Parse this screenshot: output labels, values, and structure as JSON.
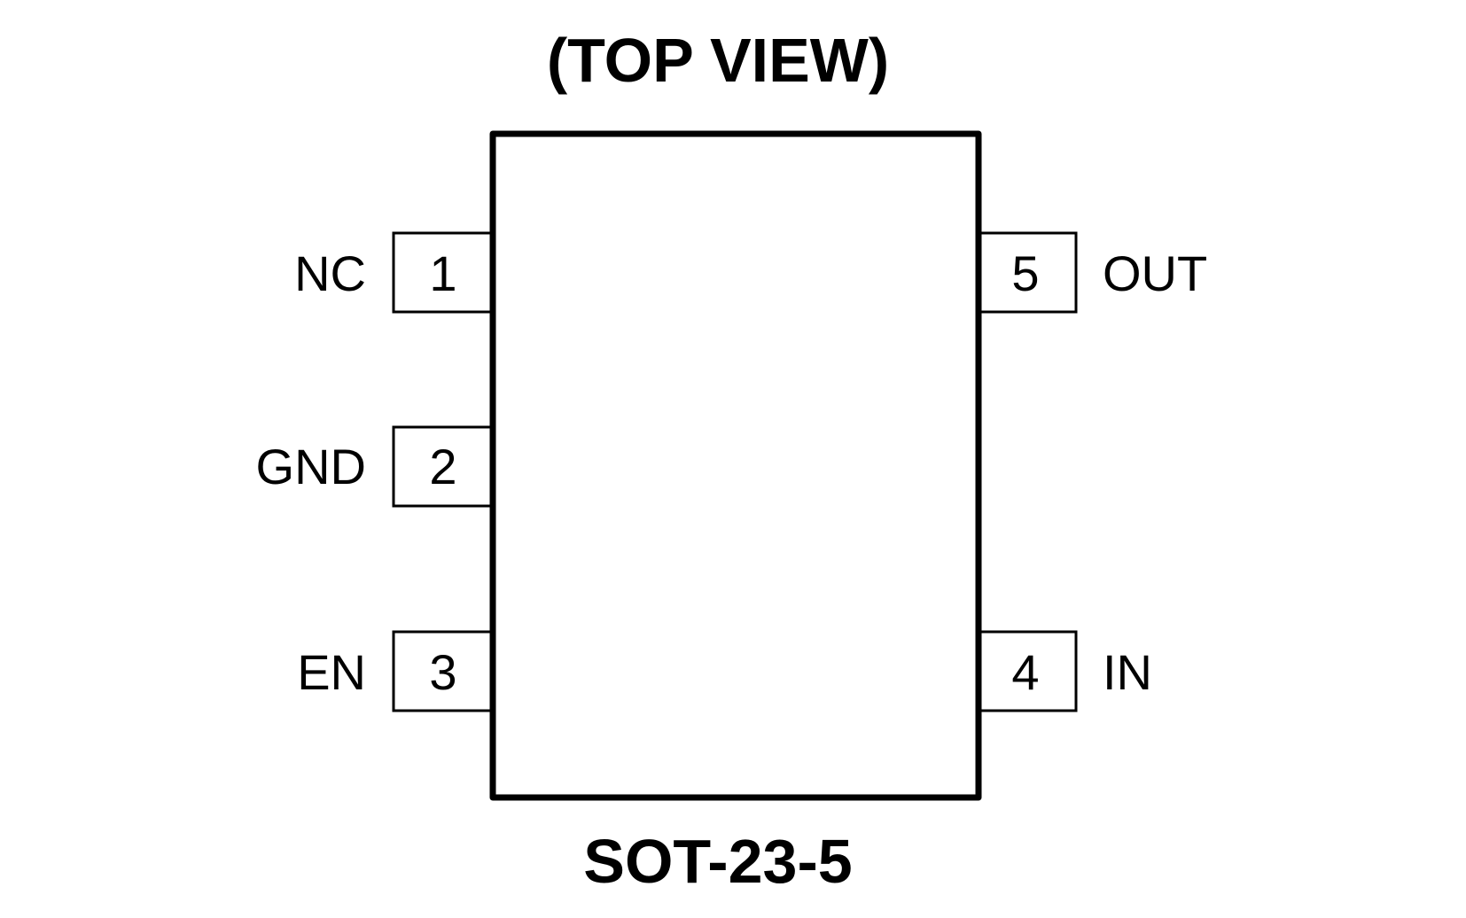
{
  "header": {
    "title": "(TOP VIEW)"
  },
  "footer": {
    "package": "SOT-23-5"
  },
  "pins": {
    "left": [
      {
        "number": "1",
        "name": "NC"
      },
      {
        "number": "2",
        "name": "GND"
      },
      {
        "number": "3",
        "name": "EN"
      }
    ],
    "right": [
      {
        "number": "5",
        "name": "OUT"
      },
      {
        "number": "4",
        "name": "IN"
      }
    ]
  },
  "colors": {
    "stroke": "#000000",
    "background": "#ffffff"
  }
}
